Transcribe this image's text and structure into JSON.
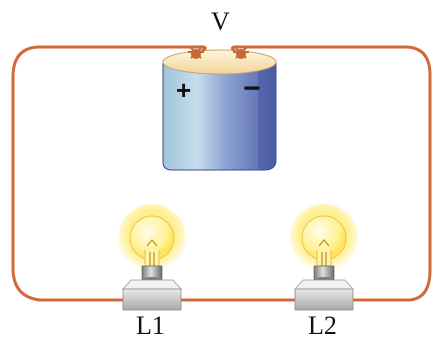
{
  "diagram": {
    "battery": {
      "label": "V",
      "positive_terminal": "+",
      "negative_terminal": "−"
    },
    "bulbs": [
      {
        "label": "L1",
        "state": "lit"
      },
      {
        "label": "L2",
        "state": "lit"
      }
    ],
    "wire_color": "#d2693a",
    "battery_color": "#6b7fc0",
    "bulb_glow_color": "#ffe96b"
  }
}
